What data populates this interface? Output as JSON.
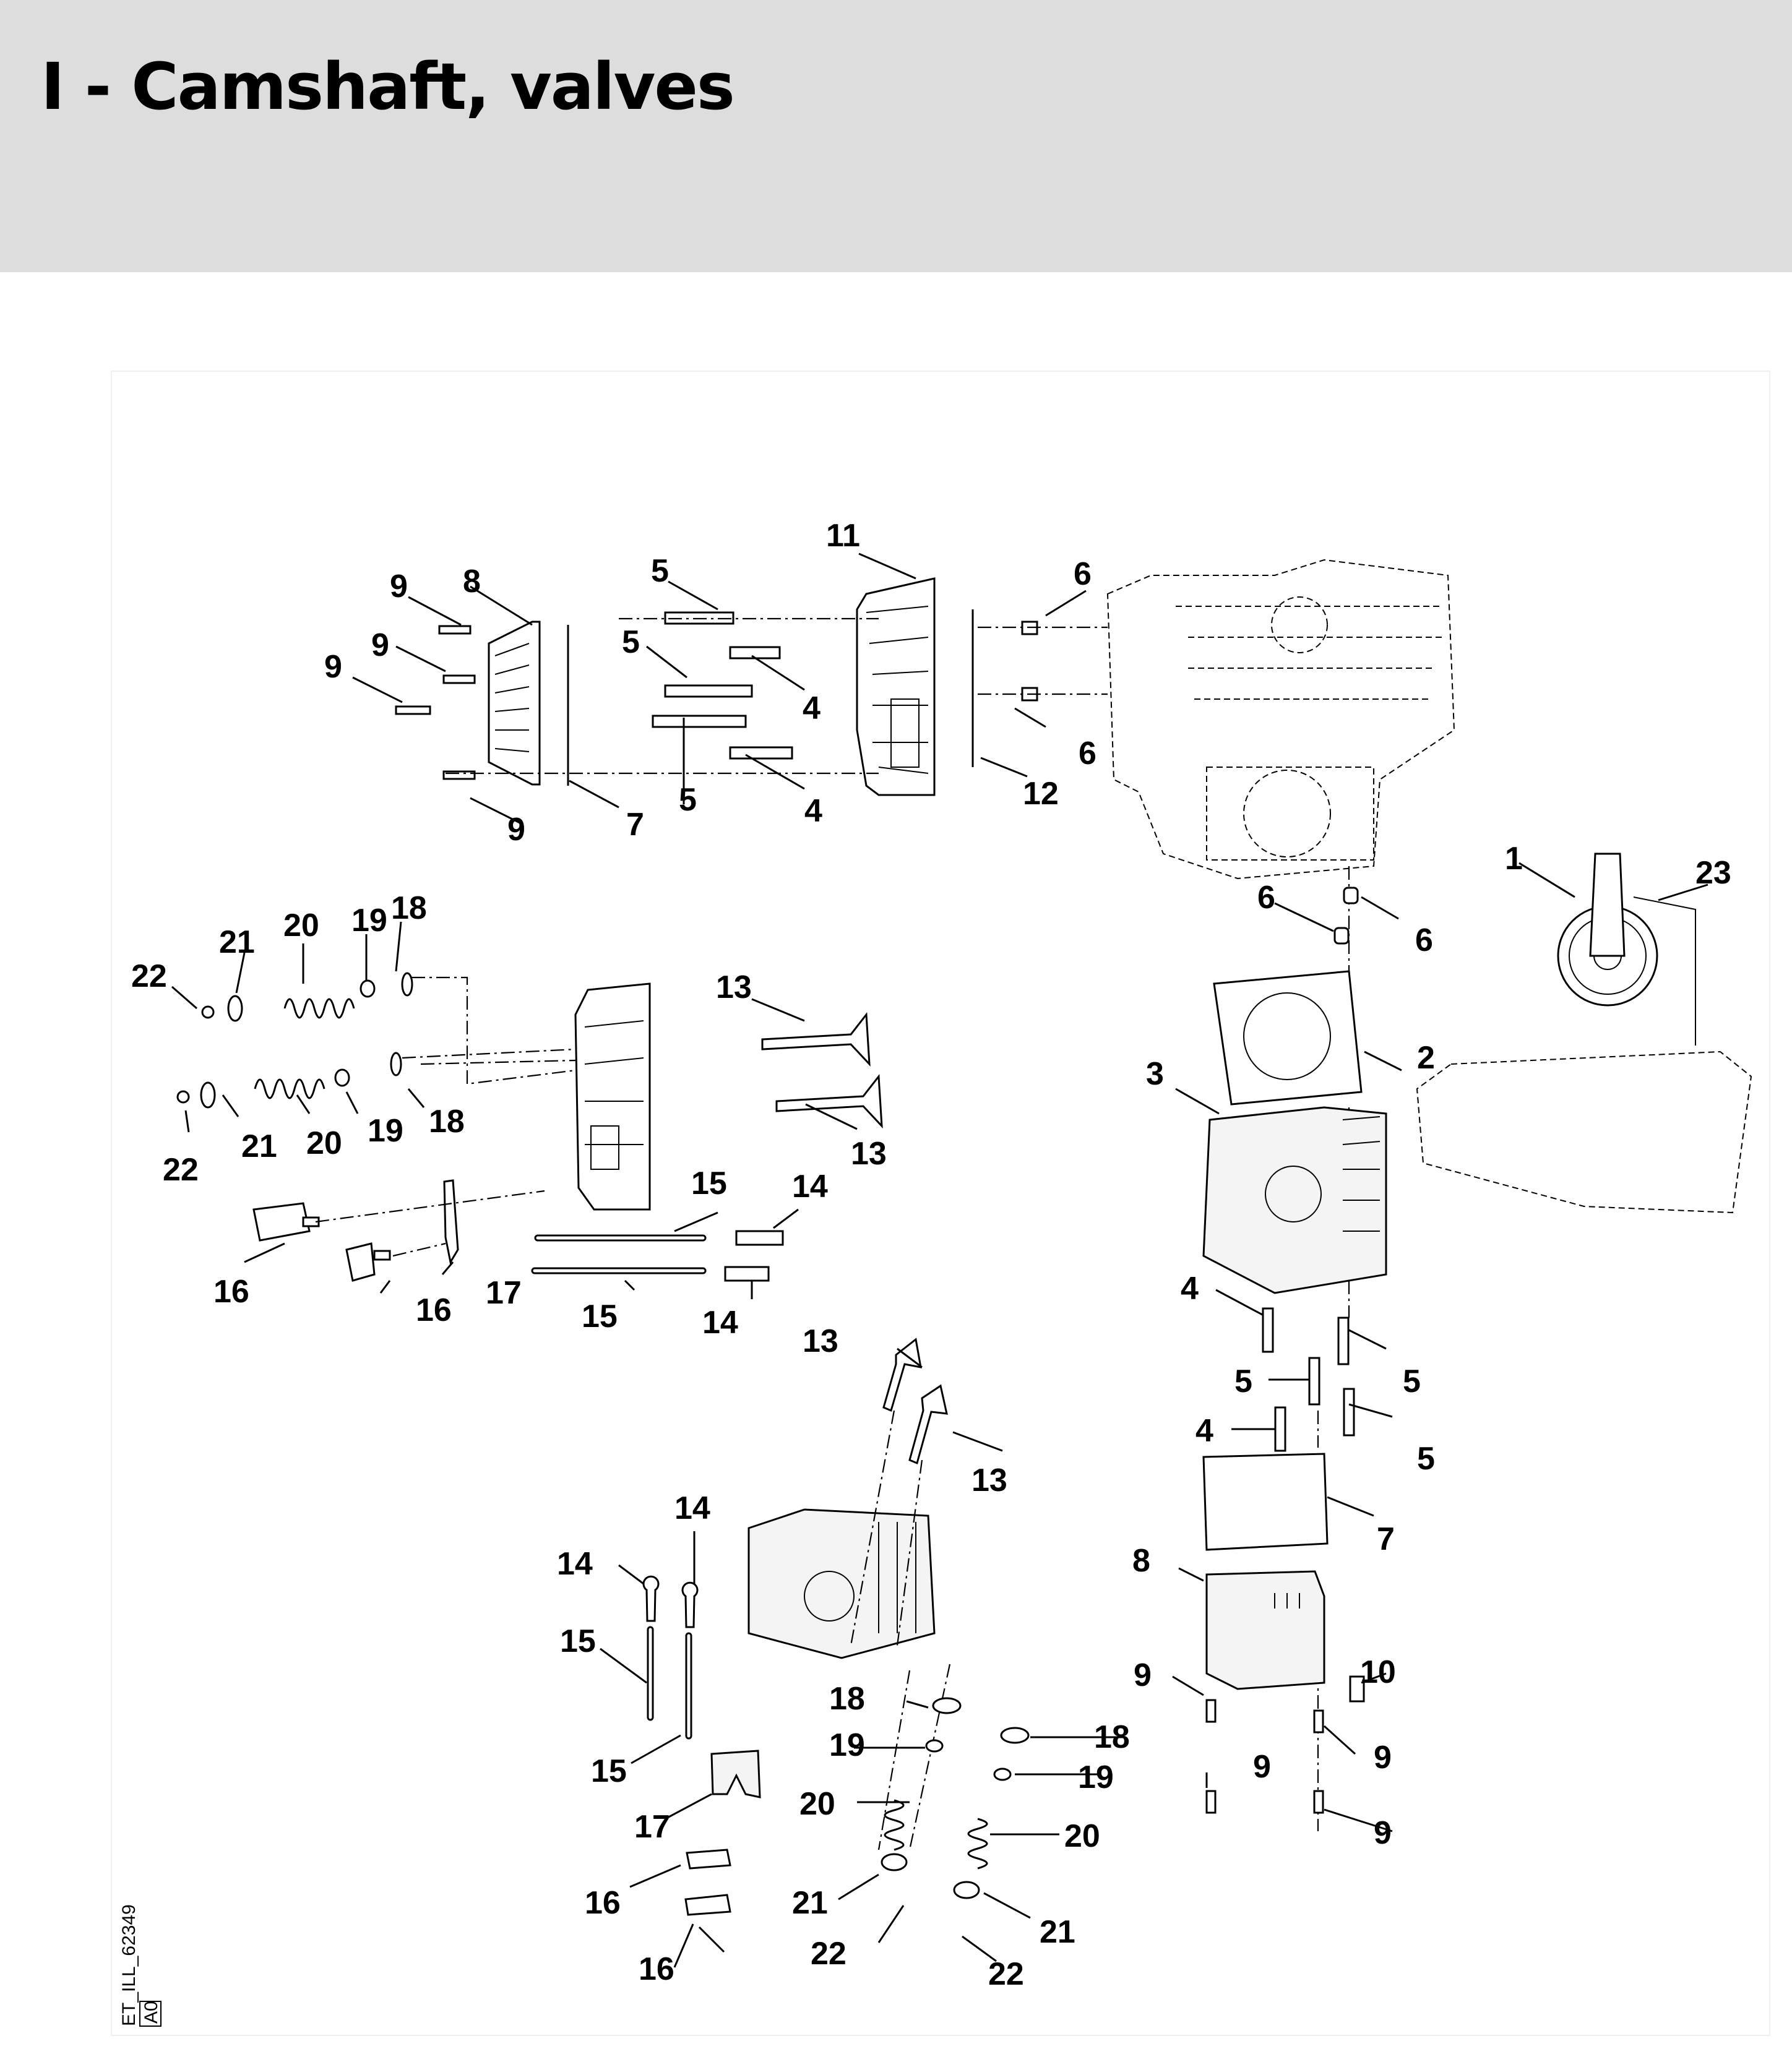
{
  "header": {
    "title": "I - Camshaft, valves"
  },
  "diagram": {
    "reference_code": "ET_ILL_62349",
    "revision": "A0",
    "callouts": [
      {
        "id": "c11a",
        "label": "11"
      },
      {
        "id": "c9a",
        "label": "9"
      },
      {
        "id": "c8a",
        "label": "8"
      },
      {
        "id": "c5a",
        "label": "5"
      },
      {
        "id": "c6a",
        "label": "6"
      },
      {
        "id": "c9b",
        "label": "9"
      },
      {
        "id": "c5b",
        "label": "5"
      },
      {
        "id": "c9c",
        "label": "9"
      },
      {
        "id": "c4a",
        "label": "4"
      },
      {
        "id": "c6b",
        "label": "6"
      },
      {
        "id": "c5c",
        "label": "5"
      },
      {
        "id": "c4b",
        "label": "4"
      },
      {
        "id": "c12",
        "label": "12"
      },
      {
        "id": "c9d",
        "label": "9"
      },
      {
        "id": "c7a",
        "label": "7"
      },
      {
        "id": "c1",
        "label": "1"
      },
      {
        "id": "c23",
        "label": "23"
      },
      {
        "id": "c6c",
        "label": "6"
      },
      {
        "id": "c6d",
        "label": "6"
      },
      {
        "id": "c18a",
        "label": "18"
      },
      {
        "id": "c19a",
        "label": "19"
      },
      {
        "id": "c20a",
        "label": "20"
      },
      {
        "id": "c21a",
        "label": "21"
      },
      {
        "id": "c22a",
        "label": "22"
      },
      {
        "id": "c13a",
        "label": "13"
      },
      {
        "id": "c2",
        "label": "2"
      },
      {
        "id": "c3",
        "label": "3"
      },
      {
        "id": "c18b",
        "label": "18"
      },
      {
        "id": "c21b",
        "label": "21"
      },
      {
        "id": "c20b",
        "label": "20"
      },
      {
        "id": "c19b",
        "label": "19"
      },
      {
        "id": "c13b",
        "label": "13"
      },
      {
        "id": "c22b",
        "label": "22"
      },
      {
        "id": "c15a",
        "label": "15"
      },
      {
        "id": "c14a",
        "label": "14"
      },
      {
        "id": "c16a",
        "label": "16"
      },
      {
        "id": "c17a",
        "label": "17"
      },
      {
        "id": "c16b",
        "label": "16"
      },
      {
        "id": "c15b",
        "label": "15"
      },
      {
        "id": "c14b",
        "label": "14"
      },
      {
        "id": "c4c",
        "label": "4"
      },
      {
        "id": "c13c",
        "label": "13"
      },
      {
        "id": "c5d",
        "label": "5"
      },
      {
        "id": "c5e",
        "label": "5"
      },
      {
        "id": "c4d",
        "label": "4"
      },
      {
        "id": "c5f",
        "label": "5"
      },
      {
        "id": "c13d",
        "label": "13"
      },
      {
        "id": "c7b",
        "label": "7"
      },
      {
        "id": "c14c",
        "label": "14"
      },
      {
        "id": "c14d",
        "label": "14"
      },
      {
        "id": "c8b",
        "label": "8"
      },
      {
        "id": "c15c",
        "label": "15"
      },
      {
        "id": "c9e",
        "label": "9"
      },
      {
        "id": "c10",
        "label": "10"
      },
      {
        "id": "c18c",
        "label": "18"
      },
      {
        "id": "c9f",
        "label": "9"
      },
      {
        "id": "c18d",
        "label": "18"
      },
      {
        "id": "c19c",
        "label": "19"
      },
      {
        "id": "c15d",
        "label": "15"
      },
      {
        "id": "c19d",
        "label": "19"
      },
      {
        "id": "c9g",
        "label": "9"
      },
      {
        "id": "c20c",
        "label": "20"
      },
      {
        "id": "c17b",
        "label": "17"
      },
      {
        "id": "c20d",
        "label": "20"
      },
      {
        "id": "c9h",
        "label": "9"
      },
      {
        "id": "c16c",
        "label": "16"
      },
      {
        "id": "c21c",
        "label": "21"
      },
      {
        "id": "c21d",
        "label": "21"
      },
      {
        "id": "c22c",
        "label": "22"
      },
      {
        "id": "c16d",
        "label": "16"
      },
      {
        "id": "c22d",
        "label": "22"
      }
    ]
  }
}
